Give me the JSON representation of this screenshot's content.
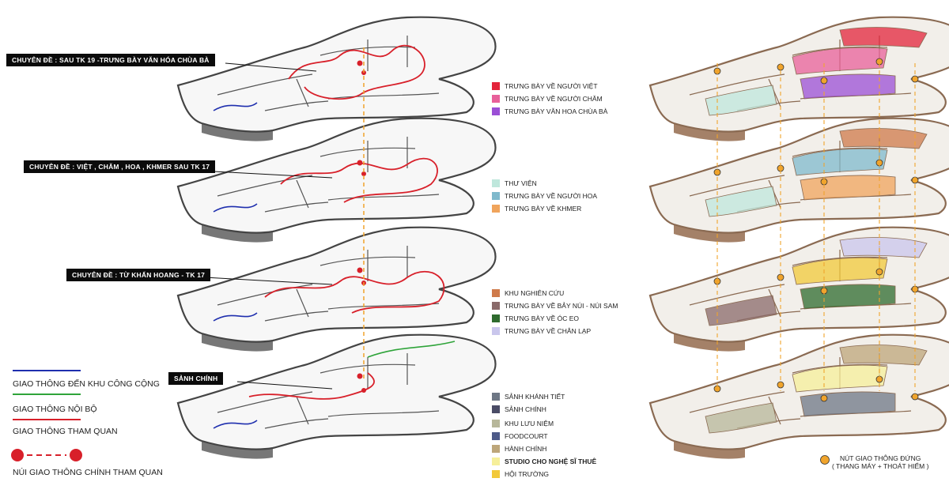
{
  "floor_labels": [
    "CHUYÊN ĐỀ  : SAU TK 19 -TRƯNG BÀY VĂN HÓA CHÙA BÀ",
    "CHUYÊN ĐỀ  : VIỆT , CHĂM , HOA , KHMER SAU TK 17",
    "CHUYÊN ĐỀ  : TỪ KHẨN HOANG - TK 17",
    "SẢNH CHÍNH"
  ],
  "legend_groups": [
    [
      {
        "label": "TRƯNG BÀY VỀ NGƯỜI VIỆT",
        "color": "#e3243b"
      },
      {
        "label": "TRƯNG BÀY VỀ NGƯỜI CHĂM",
        "color": "#e8609a"
      },
      {
        "label": "TRƯNG BÀY VĂN HOA CHÙA BÀ",
        "color": "#9b4fd6"
      }
    ],
    [
      {
        "label": "THƯ VIỆN",
        "color": "#bfe7dc"
      },
      {
        "label": "TRƯNG BÀY VỀ NGƯỜI HOA",
        "color": "#7fb9cc"
      },
      {
        "label": "TRƯNG BÀY VỀ KHMER",
        "color": "#f0a45c"
      }
    ],
    [
      {
        "label": "KHU NGHIÊN CỨU",
        "color": "#cf7a4a"
      },
      {
        "label": "TRƯNG BÀY VỀ BẢY NÚI - NÚI SAM",
        "color": "#8a6a6a"
      },
      {
        "label": "TRƯNG BÀY VỀ ÓC EO",
        "color": "#2e6b2e"
      },
      {
        "label": "TRƯNG BÀY VỀ CHÂN LẠP",
        "color": "#c9c6ec"
      }
    ],
    [
      {
        "label": "SẢNH KHÁNH TIẾT",
        "color": "#6e7785"
      },
      {
        "label": "SẢNH CHÍNH",
        "color": "#4a4c66"
      }
    ],
    [
      {
        "label": "KHU LƯU NIỆM",
        "color": "#b7b79a"
      },
      {
        "label": "FOODCOURT",
        "color": "#4d5a88"
      },
      {
        "label": "HÀNH CHÍNH",
        "color": "#bda67a"
      },
      {
        "label": "STUDIO CHO NGHỆ SĨ THUÊ",
        "color": "#f6ef9a"
      },
      {
        "label": "HỘI TRƯỜNG",
        "color": "#f2c93a"
      }
    ]
  ],
  "circulation_legend": {
    "public": {
      "label": "GIAO THÔNG ĐẾN KHU CÔNG CỘNG",
      "color": "#1f2fae"
    },
    "internal": {
      "label": "GIAO THÔNG NỘI BỘ",
      "color": "#2fa43a"
    },
    "tour": {
      "label": "GIAO THÔNG THAM QUAN",
      "color": "#d8202a"
    },
    "main_node": {
      "label": "NÚI GIAO THÔNG CHÍNH THAM QUAN",
      "color": "#d8202a"
    }
  },
  "vertical_node_legend": {
    "line1": "NÚT GIAO THÔNG ĐỨNG",
    "line2": "( THANG MÁY + THOÁT HIỂM )",
    "color": "#f0a42c"
  }
}
